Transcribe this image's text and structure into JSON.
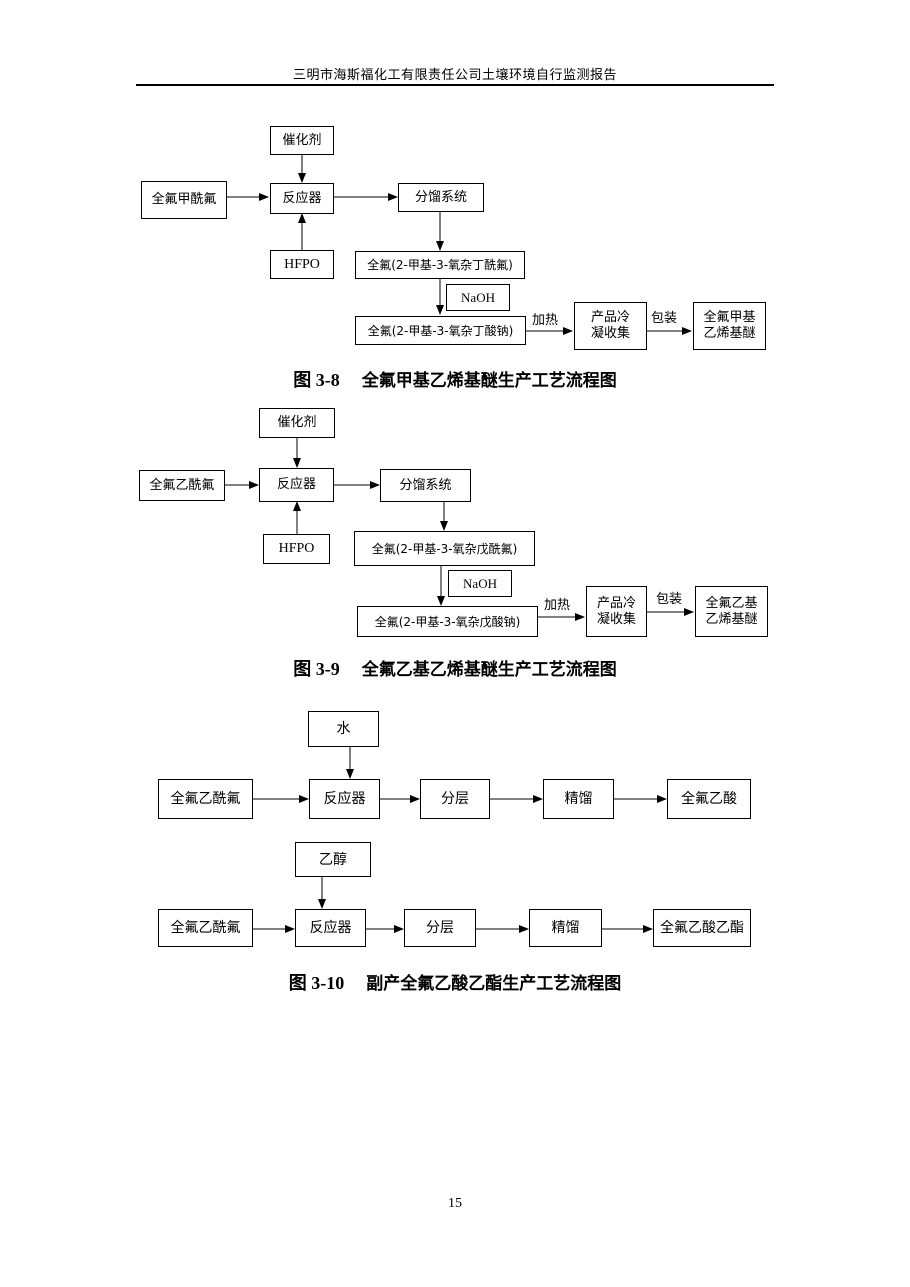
{
  "header": {
    "title": "三明市海斯福化工有限责任公司土壤环境自行监测报告"
  },
  "figure_3_8": {
    "boxes": {
      "catalyst": "催化剂",
      "feed": "全氟甲酰氟",
      "reactor": "反应器",
      "distill": "分馏系统",
      "hfpo": "HFPO",
      "intermediate": "全氟(2-甲基-3-氧杂丁酰氟)",
      "naoh": "NaOH",
      "salt": "全氟(2-甲基-3-氧杂丁酸钠)",
      "condense_line1": "产品冷",
      "condense_line2": "凝收集",
      "product_line1": "全氟甲基",
      "product_line2": "乙烯基醚"
    },
    "labels": {
      "heat": "加热",
      "pack": "包装"
    },
    "caption_num": "图 3-8",
    "caption_text": "全氟甲基乙烯基醚生产工艺流程图"
  },
  "figure_3_9": {
    "boxes": {
      "catalyst": "催化剂",
      "feed": "全氟乙酰氟",
      "reactor": "反应器",
      "distill": "分馏系统",
      "hfpo": "HFPO",
      "intermediate": "全氟(2-甲基-3-氧杂戊酰氟)",
      "naoh": "NaOH",
      "salt": "全氟(2-甲基-3-氧杂戊酸钠)",
      "condense_line1": "产品冷",
      "condense_line2": "凝收集",
      "product_line1": "全氟乙基",
      "product_line2": "乙烯基醚"
    },
    "labels": {
      "heat": "加热",
      "pack": "包装"
    },
    "caption_num": "图 3-9",
    "caption_text": "全氟乙基乙烯基醚生产工艺流程图"
  },
  "figure_3_10": {
    "acid_flow": {
      "water": "水",
      "feed": "全氟乙酰氟",
      "reactor": "反应器",
      "layer": "分层",
      "rectify": "精馏",
      "product": "全氟乙酸"
    },
    "ester_flow": {
      "ethanol": "乙醇",
      "feed": "全氟乙酰氟",
      "reactor": "反应器",
      "layer": "分层",
      "rectify": "精馏",
      "product": "全氟乙酸乙酯"
    },
    "caption_num": "图 3-10",
    "caption_text": "副产全氟乙酸乙酯生产工艺流程图"
  },
  "footer": {
    "page_number": "15"
  }
}
